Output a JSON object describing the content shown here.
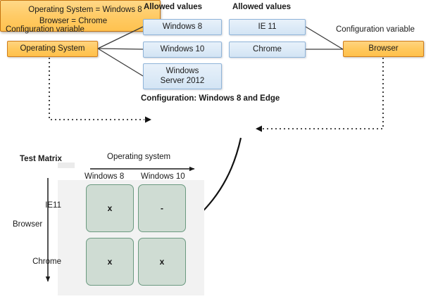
{
  "diagram": {
    "title_left": "Configuration variable",
    "title_right": "Configuration variable",
    "allowed_values_left_header": "Allowed values",
    "allowed_values_right_header": "Allowed values",
    "os_variable": "Operating System",
    "browser_variable": "Browser",
    "os_values": [
      "Windows 8",
      "Windows 10",
      "Windows\nServer 2012"
    ],
    "os_value_1": "Windows 8",
    "os_value_2": "Windows 10",
    "os_value_3a": "Windows",
    "os_value_3b": "Server 2012",
    "browser_values": [
      "IE 11",
      "Chrome"
    ],
    "browser_value_1": "IE 11",
    "browser_value_2": "Chrome",
    "configuration": {
      "caption": "Configuration: Windows 8 and Edge",
      "line1": "Operating System = Windows 8",
      "line2": "Browser = Chrome"
    },
    "matrix": {
      "title": "Test Matrix",
      "x_axis_label": "Operating system",
      "y_axis_label": "Browser",
      "columns": [
        "Windows 8",
        "Windows 10"
      ],
      "col_1": "Windows 8",
      "col_2": "Windows 10",
      "rows": [
        "IE11",
        "Chrome"
      ],
      "row_1": "IE11",
      "row_2": "Chrome",
      "cells": [
        [
          "x",
          "-"
        ],
        [
          "x",
          "x"
        ]
      ],
      "cell_r1c1": "x",
      "cell_r1c2": "-",
      "cell_r2c1": "x",
      "cell_r2c2": "x"
    }
  },
  "colors": {
    "orange_fill": "#ffc95f",
    "orange_border": "#d07d1b",
    "blue_fill": "#dceaf7",
    "blue_border": "#8fb4d9",
    "cell_fill": "#cfdcd3",
    "cell_border": "#6b9a80",
    "panel_gray": "#f2f2f2",
    "line": "#3a3a3a"
  }
}
